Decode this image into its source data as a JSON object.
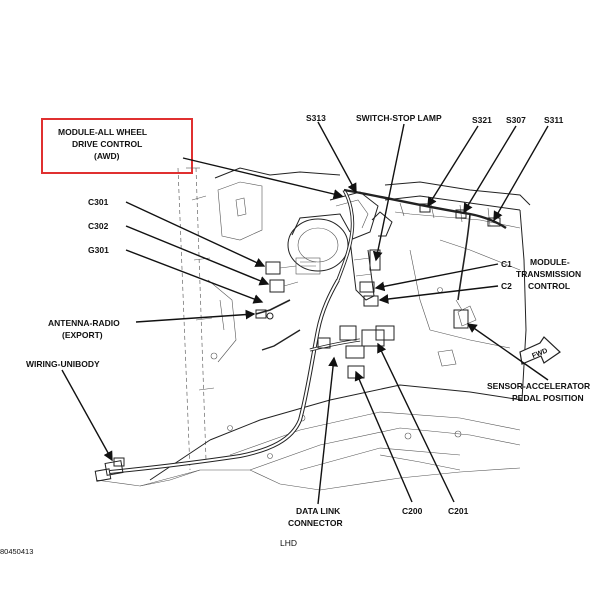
{
  "labels": {
    "module_awd": [
      "MODULE-ALL WHEEL",
      "DRIVE CONTROL",
      "(AWD)"
    ],
    "s313": "S313",
    "switch_stop_lamp": "SWITCH-STOP LAMP",
    "s321": "S321",
    "s307": "S307",
    "s311": "S311",
    "c301": "C301",
    "c302": "C302",
    "g301": "G301",
    "antenna_radio": [
      "ANTENNA-RADIO",
      "(EXPORT)"
    ],
    "c1": "C1",
    "c2": "C2",
    "module_transmission": [
      "MODULE-",
      "TRANSMISSION",
      "CONTROL"
    ],
    "wiring_unibody": "WIRING-UNIBODY",
    "sensor_accelerator": [
      "SENSOR-ACCELERATOR",
      "PEDAL POSITION"
    ],
    "fwd_arrow": "FWD",
    "data_link_connector": [
      "DATA LINK",
      "CONNECTOR"
    ],
    "c200": "C200",
    "c201": "C201",
    "lhd": "LHD",
    "figure_id": "80450413"
  },
  "highlight_color": "#e03030"
}
